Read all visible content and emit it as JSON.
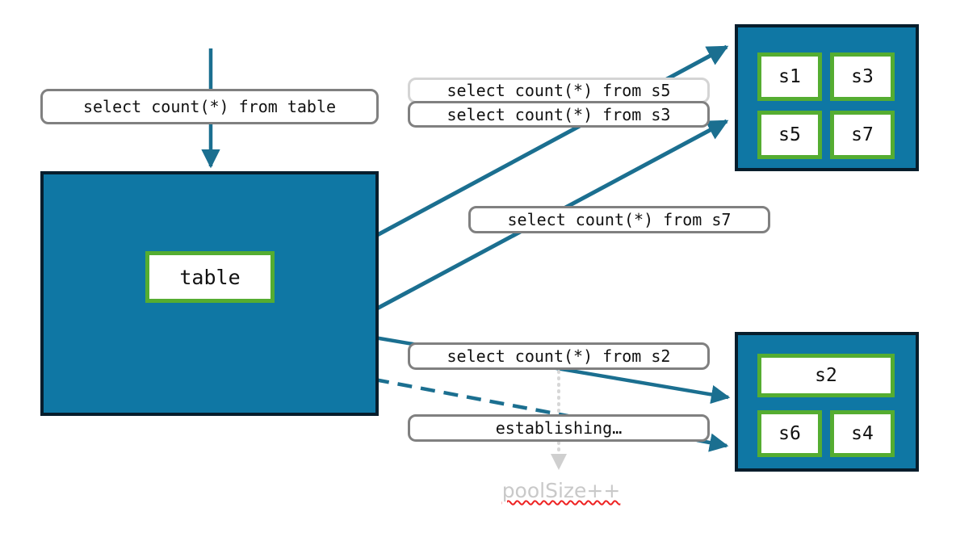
{
  "diagram": {
    "title": "connection-pool-query-routing",
    "colors": {
      "teal_fill": "#0f77a4",
      "dark_border": "#061d2c",
      "green_border": "#55ad31",
      "arrow_blue": "#1b6f90",
      "label_border": "#808080",
      "label_border_faded": "#d4d4d4",
      "poolsize_text": "#c9c9c9",
      "spellcheck_red": "#ee2222",
      "background": "#ffffff"
    }
  },
  "client": {
    "query_label": "select count(*) from table",
    "table_node": "table"
  },
  "queries": [
    {
      "id": "q-s5",
      "text": "select count(*) from s5",
      "faded": true
    },
    {
      "id": "q-s3",
      "text": "select count(*) from s3",
      "faded": false
    },
    {
      "id": "q-s7",
      "text": "select count(*) from s7",
      "faded": false
    },
    {
      "id": "q-s2",
      "text": "select count(*) from s2",
      "faded": false
    }
  ],
  "status": {
    "establishing_label": "establishing…",
    "poolsize_label": "poolSize++"
  },
  "racks": [
    {
      "id": "rack-top",
      "servers": [
        {
          "id": "s1",
          "label": "s1"
        },
        {
          "id": "s3",
          "label": "s3"
        },
        {
          "id": "s5",
          "label": "s5"
        },
        {
          "id": "s7",
          "label": "s7"
        }
      ]
    },
    {
      "id": "rack-bottom",
      "servers": [
        {
          "id": "s2",
          "label": "s2"
        },
        {
          "id": "s6",
          "label": "s6"
        },
        {
          "id": "s4",
          "label": "s4"
        }
      ]
    }
  ],
  "edges": [
    {
      "id": "client-to-table",
      "style": "solid",
      "from": "client-query",
      "to": "db-main"
    },
    {
      "id": "db-to-rack-top-1",
      "style": "solid",
      "from": "db-main",
      "to": "rack-top"
    },
    {
      "id": "db-to-rack-top-2",
      "style": "solid",
      "from": "db-main",
      "to": "rack-top"
    },
    {
      "id": "db-to-rack-bottom-solid",
      "style": "solid",
      "from": "db-main",
      "to": "rack-bottom"
    },
    {
      "id": "db-to-rack-bottom-dashed",
      "style": "dashed",
      "from": "db-main",
      "to": "rack-bottom"
    },
    {
      "id": "establishing-to-poolsize",
      "style": "dotted",
      "from": "q-s2",
      "to": "poolsize"
    }
  ]
}
